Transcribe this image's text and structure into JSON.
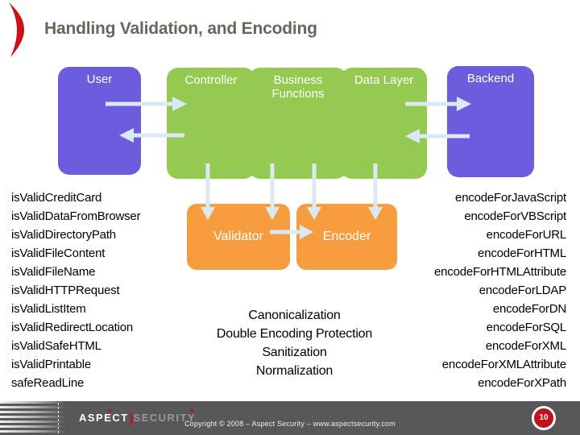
{
  "title": "Handling Validation, and Encoding",
  "diagram": {
    "user": "User",
    "controller": "Controller",
    "business_functions": "Business Functions",
    "data_layer": "Data Layer",
    "backend": "Backend",
    "validator": "Validator",
    "encoder": "Encoder"
  },
  "validation_methods": [
    "isValidCreditCard",
    "isValidDataFromBrowser",
    "isValidDirectoryPath",
    "isValidFileContent",
    "isValidFileName",
    "isValidHTTPRequest",
    "isValidListItem",
    "isValidRedirectLocation",
    "isValidSafeHTML",
    "isValidPrintable",
    "safeReadLine"
  ],
  "encoding_methods": [
    "encodeForJavaScript",
    "encodeForVBScript",
    "encodeForURL",
    "encodeForHTML",
    "encodeForHTMLAttribute",
    "encodeForLDAP",
    "encodeForDN",
    "encodeForSQL",
    "encodeForXML",
    "encodeForXMLAttribute",
    "encodeForXPath"
  ],
  "validator_features": [
    "Canonicalization",
    "Double Encoding Protection",
    "Sanitization",
    "Normalization"
  ],
  "footer": {
    "brand": {
      "left": "ASPECT",
      "separator": ")",
      "right": "SECURITY"
    },
    "copyright": "Copyright © 2008 – Aspect Security – www.aspectsecurity.com",
    "page_number": "10"
  },
  "colors": {
    "box_purple": "#6c5dde",
    "box_green": "#94ca52",
    "box_orange": "#f89c40",
    "arrow": "#dbe9f2",
    "title_text": "#64685a",
    "footer_bar": "#58585a",
    "accent_red": "#c0111c"
  }
}
